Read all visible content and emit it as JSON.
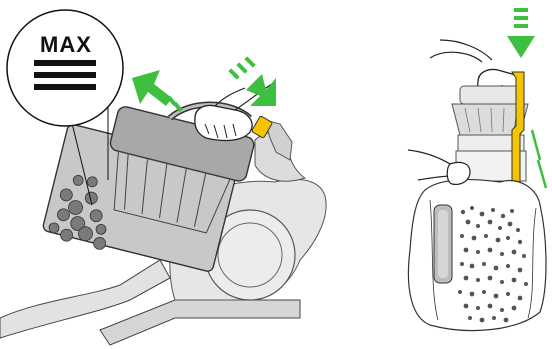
{
  "figure": {
    "left_panel": {
      "callout_text": "MAX",
      "colors": {
        "outline": "#1a1a1a",
        "body_grey": "#bdbdbd",
        "dark_grey": "#8e8e8e",
        "light_grey": "#e6e6e6",
        "accent_green": "#3fbf3f",
        "accent_yellow": "#f5c400"
      },
      "icons": [
        "max-level-callout",
        "hand-icon",
        "arrow-up-left-icon",
        "arrow-down-right-icon"
      ]
    },
    "right_panel": {
      "colors": {
        "bin_grey": "#cfcfcf",
        "accent_green": "#3fbf3f",
        "accent_yellow": "#f5c400"
      },
      "icons": [
        "arrow-down-icon",
        "hand-icon",
        "bin-release-catch",
        "debris-bag"
      ]
    }
  }
}
